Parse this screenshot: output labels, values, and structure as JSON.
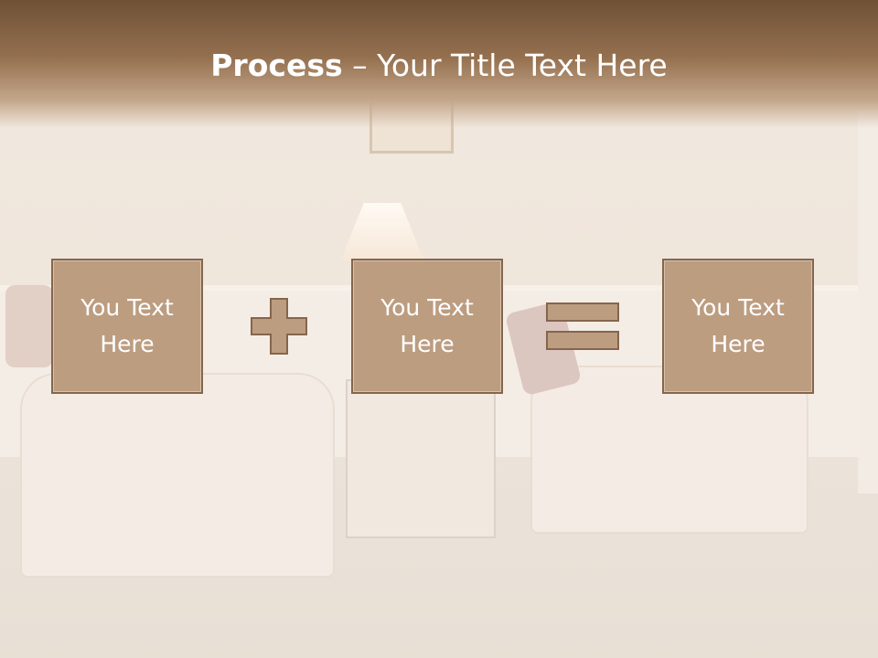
{
  "title": {
    "bold": "Process",
    "separator": " – ",
    "rest": "Your Title Text Here"
  },
  "boxes": [
    {
      "line1": "You Text",
      "line2": "Here"
    },
    {
      "line1": "You Text",
      "line2": "Here"
    },
    {
      "line1": "You Text",
      "line2": "Here"
    }
  ],
  "symbols": {
    "plus": "plus-icon",
    "equals": "equals-icon"
  },
  "colors": {
    "box_fill": "#bc9d80",
    "box_border": "#84664d",
    "title_band": "#7a5a3e",
    "text": "#ffffff"
  }
}
